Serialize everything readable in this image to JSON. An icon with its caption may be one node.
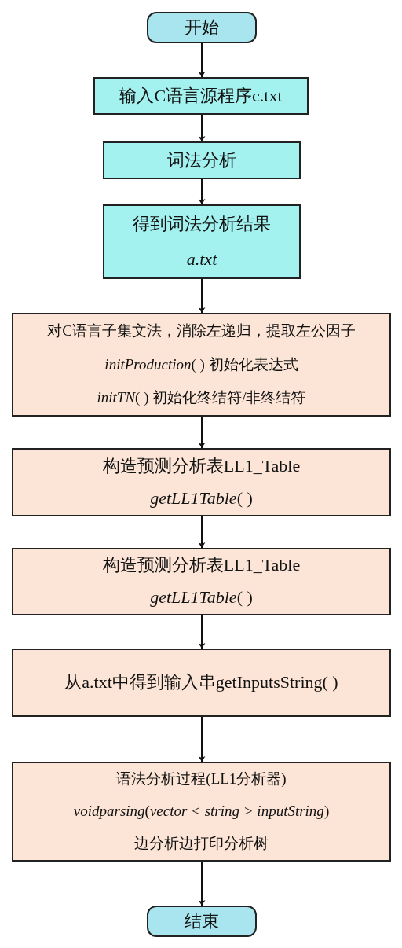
{
  "diagram": {
    "nodes": [
      {
        "text": [
          "开始"
        ]
      },
      {
        "text": [
          "输入C语言源程序c.txt"
        ]
      },
      {
        "text": [
          "词法分析"
        ]
      },
      {
        "text": [
          "得到词法分析结果",
          "*a.txt*"
        ]
      },
      {
        "text": [
          "对C语言子集文法，消除左递归，提取左公因子",
          "*initProduction*( ) 初始化表达式",
          "*initTN*( ) 初始化终结符/非终结符"
        ]
      },
      {
        "text": [
          "构造预测分析表LL1_Table",
          "*getLL1Table*( )"
        ]
      },
      {
        "text": [
          "构造预测分析表LL1_Table",
          "*getLL1Table*( )"
        ]
      },
      {
        "text": [
          "从a.txt中得到输入串getInputsString( )"
        ]
      },
      {
        "text": [
          "语法分析过程(LL1分析器)",
          "*voidparsing*(*vector < string > inputString*)",
          "边分析边打印分析树"
        ]
      },
      {
        "text": [
          "结束"
        ]
      }
    ],
    "edges": [
      {
        "from": 0,
        "to": 1,
        "arrow": "to"
      },
      {
        "from": 1,
        "to": 2,
        "arrow": "to"
      },
      {
        "from": 2,
        "to": 3,
        "arrow": "to"
      },
      {
        "from": 3,
        "to": 4,
        "arrow": "to"
      },
      {
        "from": 4,
        "to": 5,
        "arrow": "to"
      },
      {
        "from": 5,
        "to": 6,
        "arrow": "to"
      },
      {
        "from": 6,
        "to": 7,
        "arrow": "to"
      },
      {
        "from": 7,
        "to": 8,
        "arrow": "to"
      },
      {
        "from": 8,
        "to": 9,
        "arrow": "to"
      }
    ]
  }
}
